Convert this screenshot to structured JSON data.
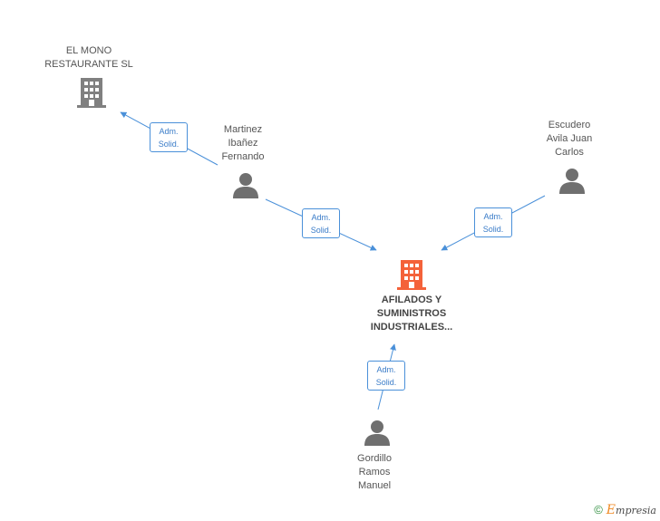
{
  "nodes": {
    "el_mono": {
      "label": "EL MONO\nRESTAURANTE SL",
      "type": "company"
    },
    "martinez": {
      "label": "Martinez\nIbañez\nFernando",
      "type": "person"
    },
    "escudero": {
      "label": "Escudero\nAvila Juan\nCarlos",
      "type": "person"
    },
    "afilados": {
      "label": "AFILADOS Y\nSUMINISTROS\nINDUSTRIALES...",
      "type": "company-main"
    },
    "gordillo": {
      "label": "Gordillo\nRamos\nManuel",
      "type": "person"
    }
  },
  "relations": [
    {
      "from": "martinez",
      "to": "el_mono",
      "line1": "Adm.",
      "line2": "Solid."
    },
    {
      "from": "martinez",
      "to": "afilados",
      "line1": "Adm.",
      "line2": "Solid."
    },
    {
      "from": "escudero",
      "to": "afilados",
      "line1": "Adm.",
      "line2": "Solid."
    },
    {
      "from": "gordillo",
      "to": "afilados",
      "line1": "Adm.",
      "line2": "Solid."
    }
  ],
  "colors": {
    "edge": "#4a90d9",
    "company_gray": "#808080",
    "company_main": "#f4623a",
    "person": "#6f6f6f"
  },
  "footer": {
    "copyright": "©",
    "brand_initial": "E",
    "brand_rest": "mpresia"
  }
}
